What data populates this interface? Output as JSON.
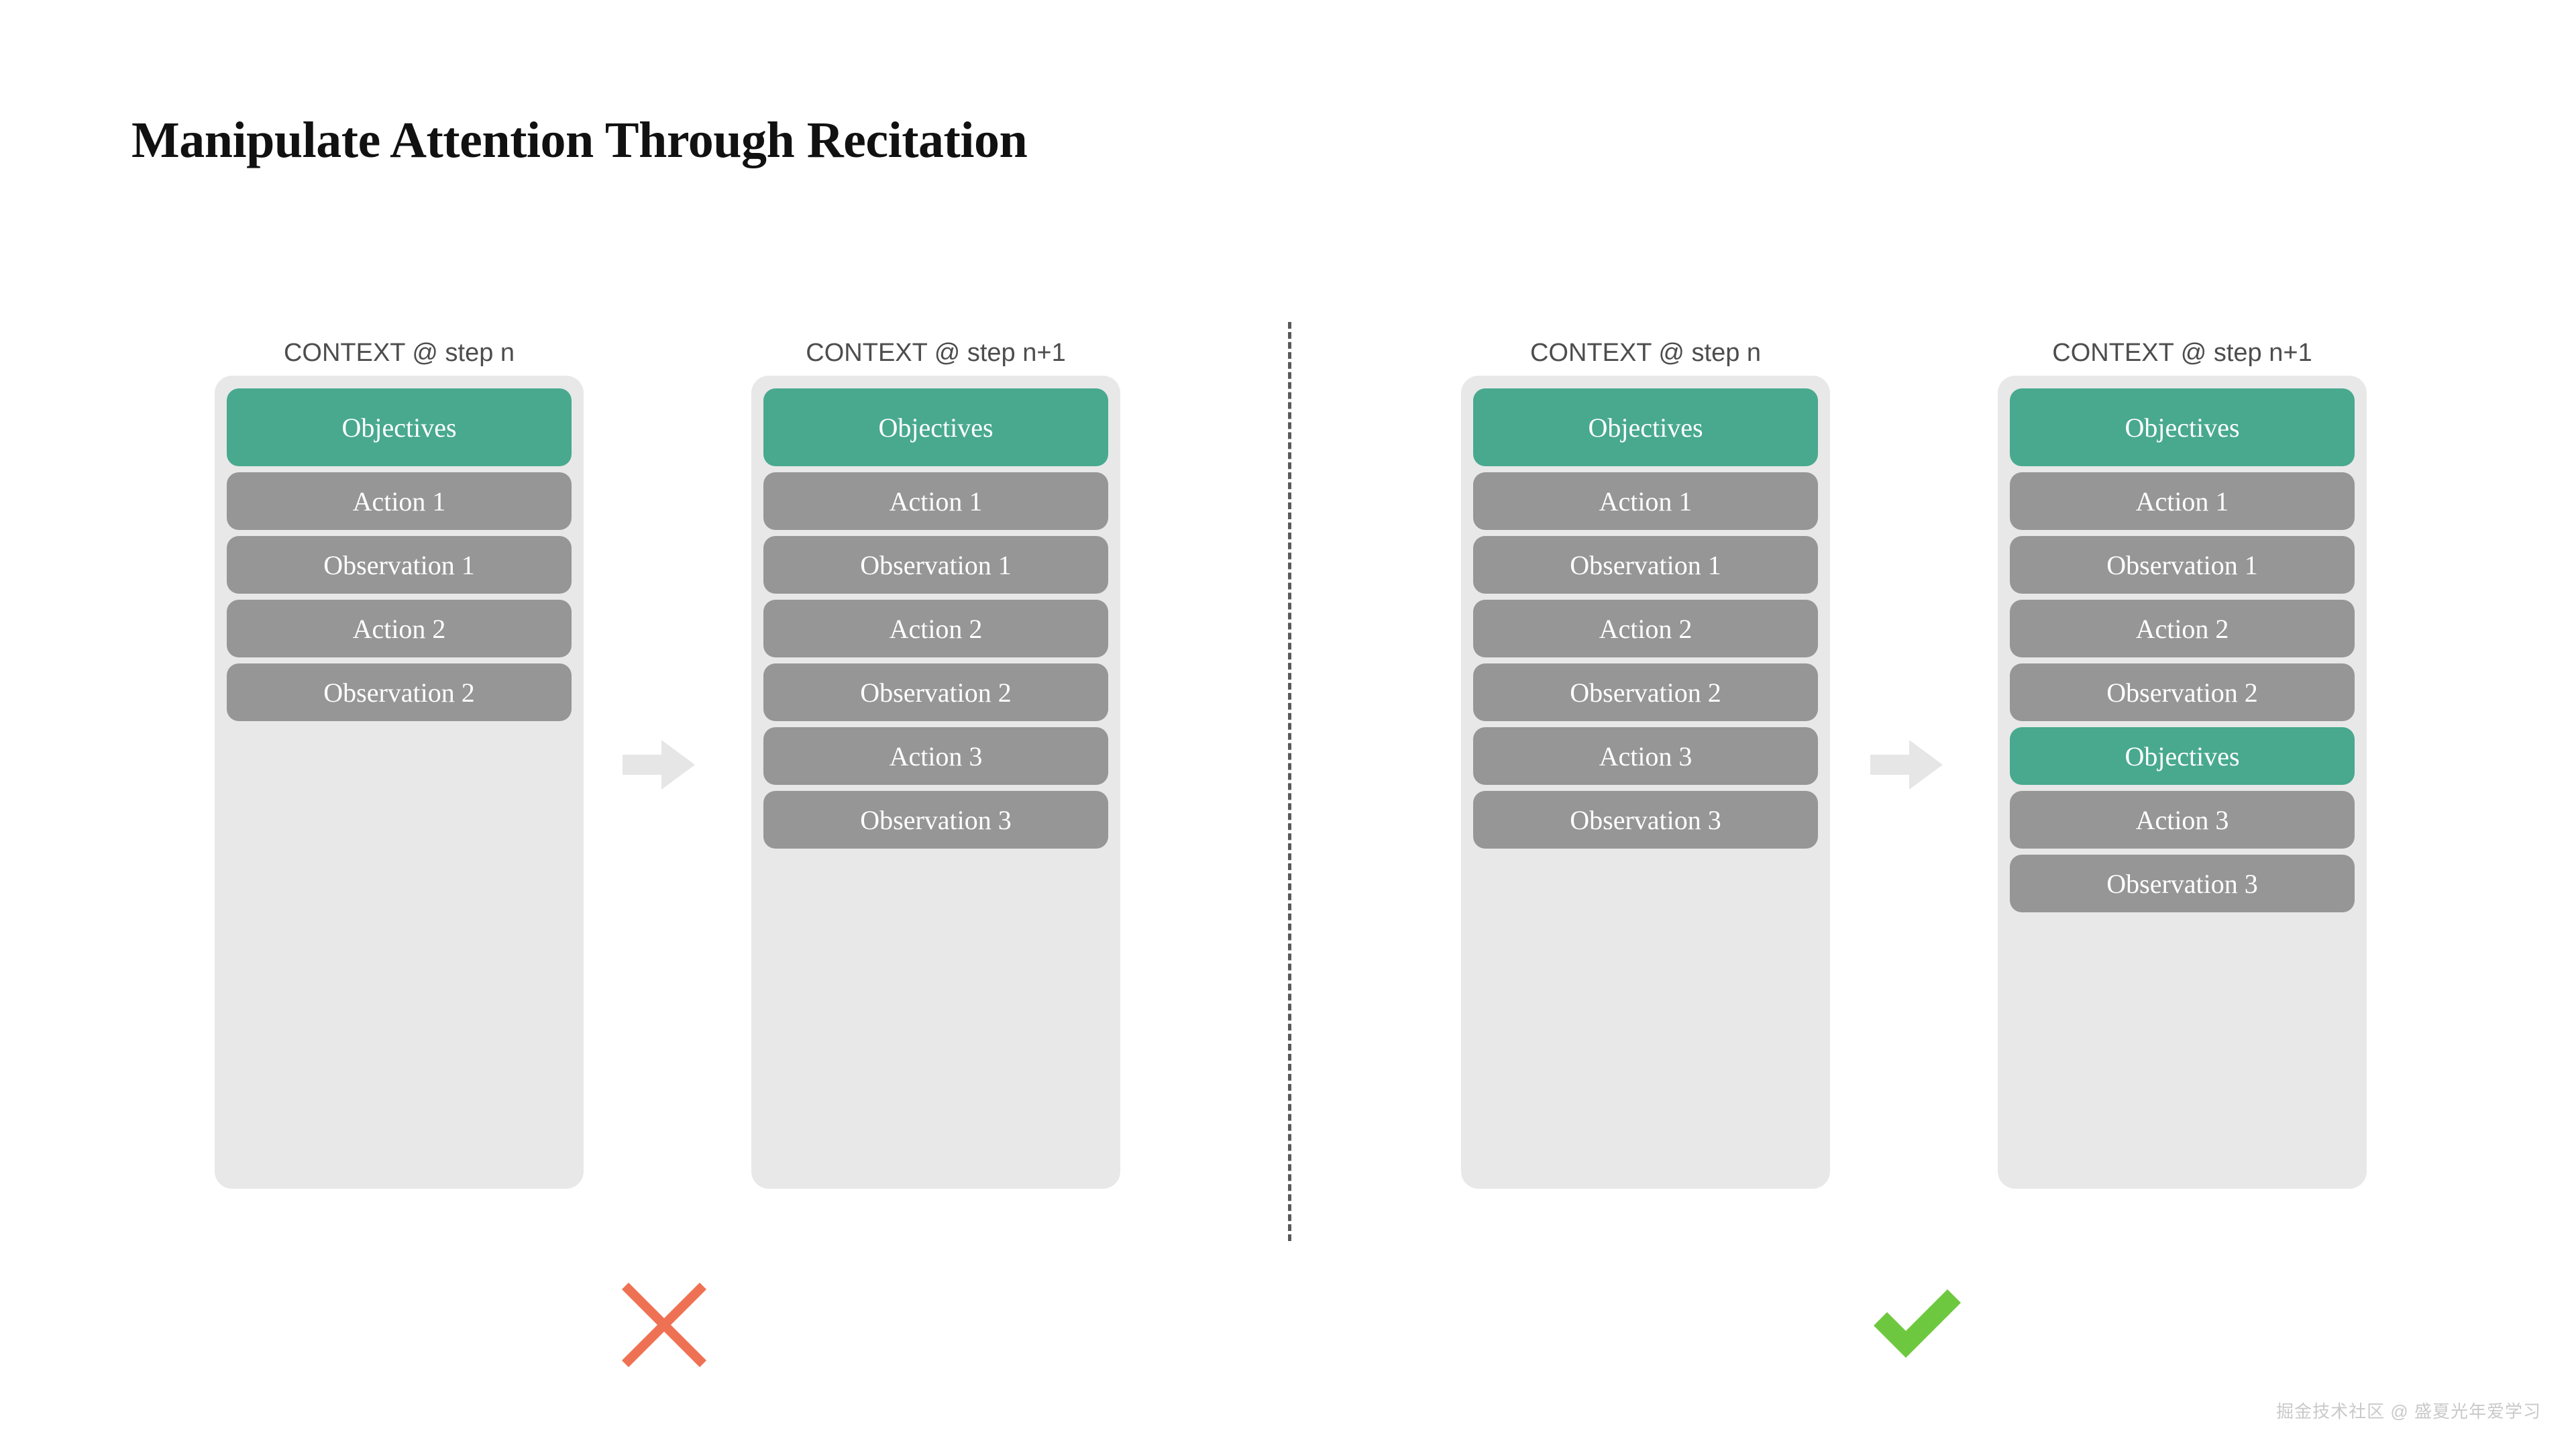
{
  "slide": {
    "title": "Manipulate Attention Through Recitation",
    "watermark": "掘金技术社区 @ 盛夏光年爱学习"
  },
  "colors": {
    "accent_green": "#48a98e",
    "chip_gray": "#969696",
    "panel_bg": "#e8e8e8",
    "arrow_gray": "#e6e6e6",
    "cross_red": "#ef7154",
    "check_green": "#6ec83f",
    "divider_gray": "#595959",
    "header_text": "#4d4d4d",
    "title_text": "#111111"
  },
  "groups": [
    {
      "name": "without-recitation",
      "verdict": "cross",
      "verdict_icon": "cross-icon",
      "arrow_icon": "right-arrow-icon",
      "columns": [
        {
          "header": "CONTEXT @ step n",
          "items": [
            {
              "label": "Objectives",
              "kind": "objective"
            },
            {
              "label": "Action 1",
              "kind": "action"
            },
            {
              "label": "Observation 1",
              "kind": "observation"
            },
            {
              "label": "Action 2",
              "kind": "action"
            },
            {
              "label": "Observation 2",
              "kind": "observation"
            }
          ]
        },
        {
          "header": "CONTEXT @ step n+1",
          "items": [
            {
              "label": "Objectives",
              "kind": "objective"
            },
            {
              "label": "Action 1",
              "kind": "action"
            },
            {
              "label": "Observation 1",
              "kind": "observation"
            },
            {
              "label": "Action 2",
              "kind": "action"
            },
            {
              "label": "Observation 2",
              "kind": "observation"
            },
            {
              "label": "Action 3",
              "kind": "action"
            },
            {
              "label": "Observation 3",
              "kind": "observation"
            }
          ]
        }
      ]
    },
    {
      "name": "with-recitation",
      "verdict": "check",
      "verdict_icon": "check-icon",
      "arrow_icon": "right-arrow-icon",
      "columns": [
        {
          "header": "CONTEXT @ step n",
          "items": [
            {
              "label": "Objectives",
              "kind": "objective"
            },
            {
              "label": "Action 1",
              "kind": "action"
            },
            {
              "label": "Observation 1",
              "kind": "observation"
            },
            {
              "label": "Action 2",
              "kind": "action"
            },
            {
              "label": "Observation 2",
              "kind": "observation"
            },
            {
              "label": "Action 3",
              "kind": "action"
            },
            {
              "label": "Observation 3",
              "kind": "observation"
            }
          ]
        },
        {
          "header": "CONTEXT @ step n+1",
          "items": [
            {
              "label": "Objectives",
              "kind": "objective"
            },
            {
              "label": "Action 1",
              "kind": "action"
            },
            {
              "label": "Observation 1",
              "kind": "observation"
            },
            {
              "label": "Action 2",
              "kind": "action"
            },
            {
              "label": "Observation 2",
              "kind": "observation"
            },
            {
              "label": "Objectives",
              "kind": "objective-recited"
            },
            {
              "label": "Action 3",
              "kind": "action"
            },
            {
              "label": "Observation 3",
              "kind": "observation"
            }
          ]
        }
      ]
    }
  ]
}
